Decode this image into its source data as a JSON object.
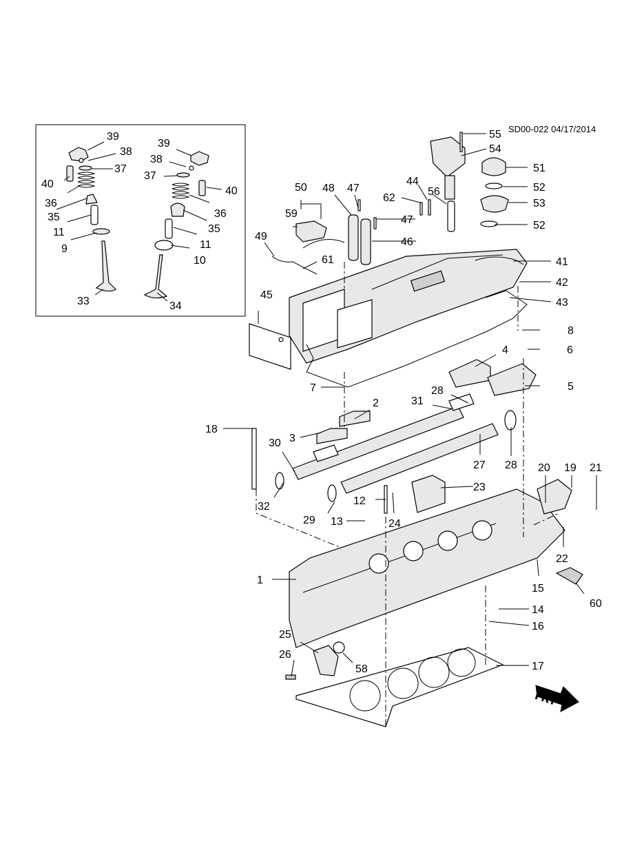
{
  "reference": "SD00-022 04/17/2014",
  "front_label": "FRT",
  "callouts": {
    "c1": "1",
    "c2": "2",
    "c3": "3",
    "c4": "4",
    "c5": "5",
    "c6": "6",
    "c7": "7",
    "c8": "8",
    "c9": "9",
    "c10": "10",
    "c11a": "11",
    "c11b": "11",
    "c12": "12",
    "c13": "13",
    "c14": "14",
    "c15": "15",
    "c16": "16",
    "c17": "17",
    "c18": "18",
    "c19": "19",
    "c20": "20",
    "c21": "21",
    "c22": "22",
    "c23": "23",
    "c24": "24",
    "c25": "25",
    "c26": "26",
    "c27": "27",
    "c28a": "28",
    "c28b": "28",
    "c29": "29",
    "c30": "30",
    "c31": "31",
    "c32": "32",
    "c33": "33",
    "c34": "34",
    "c35a": "35",
    "c35b": "35",
    "c36a": "36",
    "c36b": "36",
    "c37a": "37",
    "c37b": "37",
    "c38a": "38",
    "c38b": "38",
    "c39a": "39",
    "c39b": "39",
    "c40a": "40",
    "c40b": "40",
    "c41": "41",
    "c42": "42",
    "c43": "43",
    "c44": "44",
    "c45": "45",
    "c46": "46",
    "c47a": "47",
    "c47b": "47",
    "c48": "48",
    "c49": "49",
    "c50": "50",
    "c51": "51",
    "c52a": "52",
    "c52b": "52",
    "c53": "53",
    "c54": "54",
    "c55": "55",
    "c56": "56",
    "c58": "58",
    "c59": "59",
    "c60": "60",
    "c61": "61",
    "c62": "62"
  },
  "colors": {
    "line": "#000000",
    "background": "#ffffff",
    "part_fill": "#e8e8e8",
    "arrow_fill": "#000000"
  }
}
